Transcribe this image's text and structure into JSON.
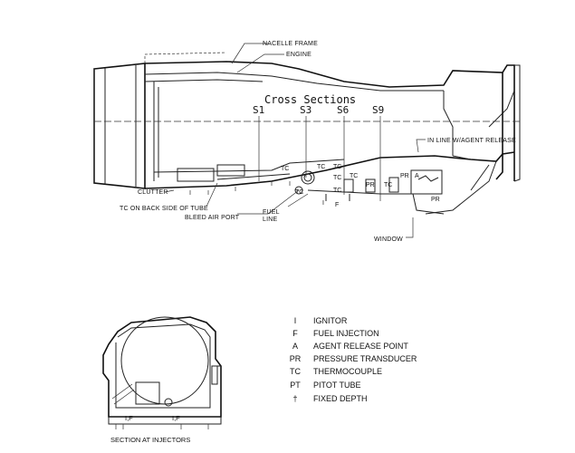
{
  "diagram": {
    "title": "Cross Sections",
    "sections": [
      "S1",
      "S3",
      "S6",
      "S9"
    ],
    "callouts": {
      "nacelle_frame": "NACELLE FRAME",
      "engine": "ENGINE",
      "in_line_agent_release": "IN LINE W/AGENT RELEASE",
      "clutter": "CLUTTER",
      "tc_back_side": "TC ON BACK SIDE OF TUBE",
      "bleed_air_port": "BLEED AIR PORT",
      "fuel_line_1": "FUEL",
      "fuel_line_2": "LINE",
      "window": "WINDOW"
    },
    "inline_marks": {
      "tc": "TC",
      "pr": "PR",
      "i": "I",
      "f": "F",
      "a": "A"
    },
    "injector_marks": {
      "if_left": "I,F",
      "if_right": "I,F"
    },
    "section_caption": "SECTION AT INJECTORS"
  },
  "legend": [
    {
      "key": "I",
      "label": "IGNITOR"
    },
    {
      "key": "F",
      "label": "FUEL INJECTION"
    },
    {
      "key": "A",
      "label": "AGENT RELEASE POINT"
    },
    {
      "key": "PR",
      "label": "PRESSURE TRANSDUCER"
    },
    {
      "key": "TC",
      "label": "THERMOCOUPLE"
    },
    {
      "key": "PT",
      "label": "PITOT TUBE"
    },
    {
      "key": "†",
      "label": "FIXED DEPTH"
    }
  ]
}
